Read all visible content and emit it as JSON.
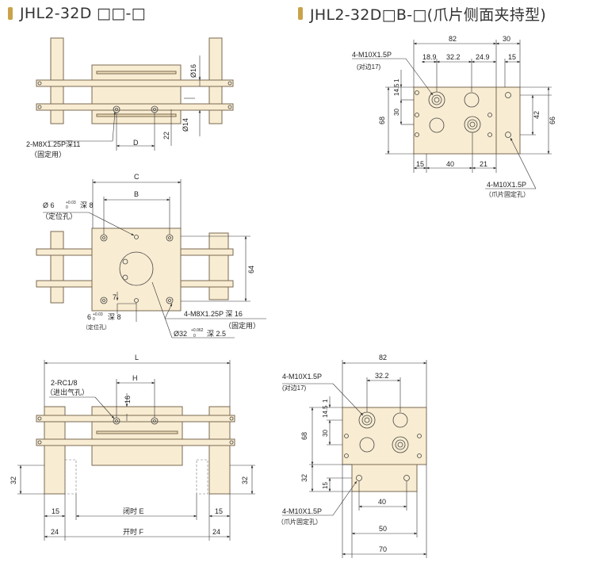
{
  "header_left": "JHL2-32D □□-□",
  "header_right": "JHL2-32D□B-□(爪片侧面夹持型)",
  "colors": {
    "part": "#f8ecd2",
    "part_stroke": "#7a6a52",
    "dim": "#333333",
    "accent": "#c9a24a"
  },
  "view_top": {
    "phi16": "Ø16",
    "phi14": "Ø14",
    "d22": "22",
    "dimD": "D",
    "callout": "2-M8X1.25P深11",
    "callout_sub": "（固定用）"
  },
  "view_mid": {
    "dimC": "C",
    "dimB": "B",
    "d64": "64",
    "d7": "7",
    "pin_top": "Ø 6",
    "pin_top_tol": "+0.03",
    "pin_top_tol0": "0",
    "pin_top_depth": "深 8",
    "pin_top_sub": "（定位孔）",
    "pin_bot": "6",
    "pin_bot_tol": "+0.03",
    "pin_bot_tol0": "0",
    "pin_bot_depth": "深 8",
    "pin_bot_sub": "（定位孔）",
    "m8": "4-M8X1.25P 深 16",
    "m8_sub": "（固定用）",
    "bore": "Ø32",
    "bore_tol": "+0.062",
    "bore_tol0": "0",
    "bore_depth": "深 2.5"
  },
  "view_bot": {
    "dimL": "L",
    "dimH": "H",
    "d16": "16",
    "d32": "32",
    "d15": "15",
    "d24": "24",
    "rc": "2-RC1/8",
    "rc_sub": "（进出气孔）",
    "closed": "闭时 E",
    "open": "开时 F"
  },
  "view_tr": {
    "d82": "82",
    "d30": "30",
    "d189": "18.9",
    "d322": "32.2",
    "d249": "24.9",
    "d15": "15",
    "d1": "1",
    "d145": "14.5",
    "d30v": "30",
    "d68": "68",
    "d42": "42",
    "d66": "66",
    "b15": "15",
    "b40": "40",
    "b21": "21",
    "m10": "4-M10X1.5P",
    "m10_sub": "(对边17)",
    "m10b": "4-M10X1.5P",
    "m10b_sub": "（爪片固定孔）"
  },
  "view_br": {
    "d82": "82",
    "d322": "32.2",
    "d1": "1",
    "d145": "14.5",
    "d30": "30",
    "d68": "68",
    "d32": "32",
    "d15": "15",
    "d40": "40",
    "d50": "50",
    "d70": "70",
    "m10": "4-M10X1.5P",
    "m10_sub": "(对边17)",
    "m10b": "4-M10X1.5P",
    "m10b_sub": "（爪片固定孔）"
  }
}
